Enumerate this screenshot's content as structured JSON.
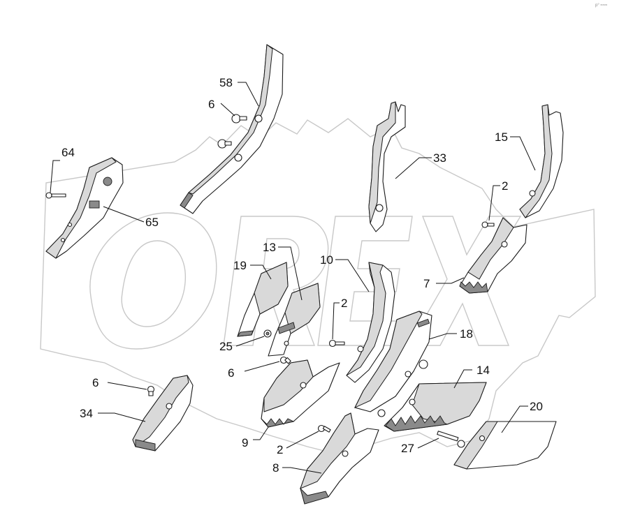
{
  "corner_mark": "p° ≈≈≈",
  "watermark": {
    "text": "OREX"
  },
  "callouts": [
    "58",
    "6",
    "64",
    "65",
    "33",
    "15",
    "2",
    "13",
    "19",
    "10",
    "7",
    "2",
    "18",
    "25",
    "6",
    "14",
    "6",
    "34",
    "20",
    "9",
    "2",
    "27",
    "8"
  ]
}
